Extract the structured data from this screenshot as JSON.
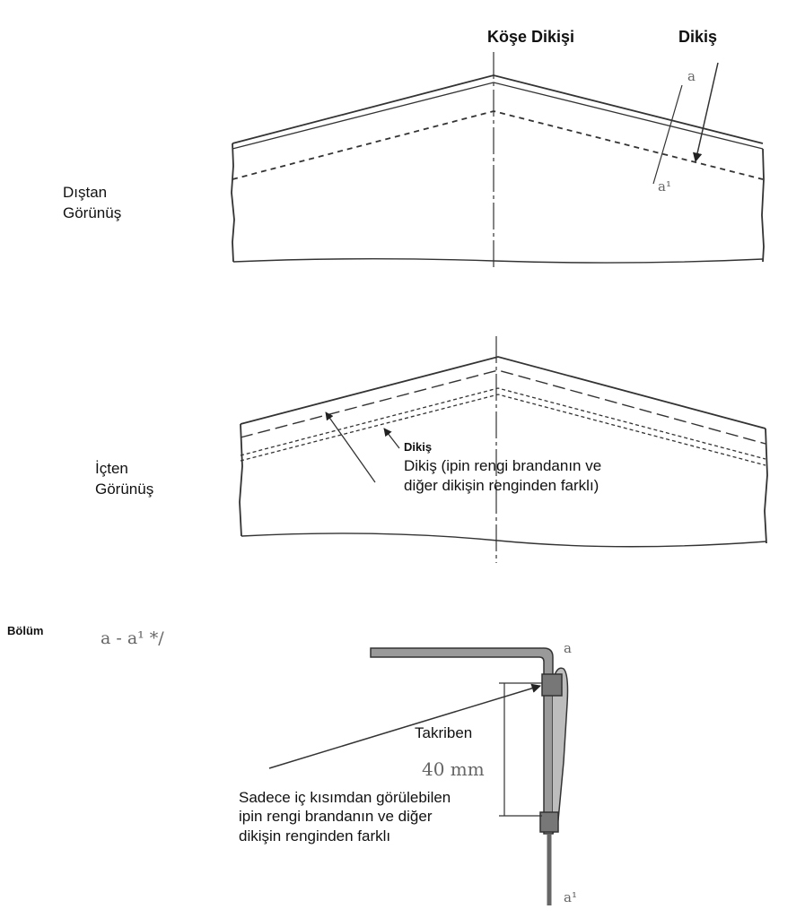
{
  "labels": {
    "corner_seam": "Köşe Dikişi",
    "seam_top": "Dikiş",
    "outside_view": "Dıştan\nGörünüş",
    "inside_view": "İçten\nGörünüş",
    "seam_inner_small": "Dikiş",
    "seam_inner_note": "Dikiş (ipin rengi brandanın ve\ndiğer dikişin renginden farklı)",
    "section": "Bölüm",
    "section_formula": "a - a¹ */",
    "approx": "Takriben",
    "measure": "40 mm",
    "visible_note": "Sadece iç kısımdan görülebilen\nipin rengi brandanın ve diğer\ndikişin renginden farklı",
    "mark_a_top": "a",
    "mark_a1_top": "a¹",
    "mark_a_section": "a",
    "mark_a1_section": "a¹"
  },
  "colors": {
    "line": "#333333",
    "section_fill": "#9a9a9a"
  }
}
